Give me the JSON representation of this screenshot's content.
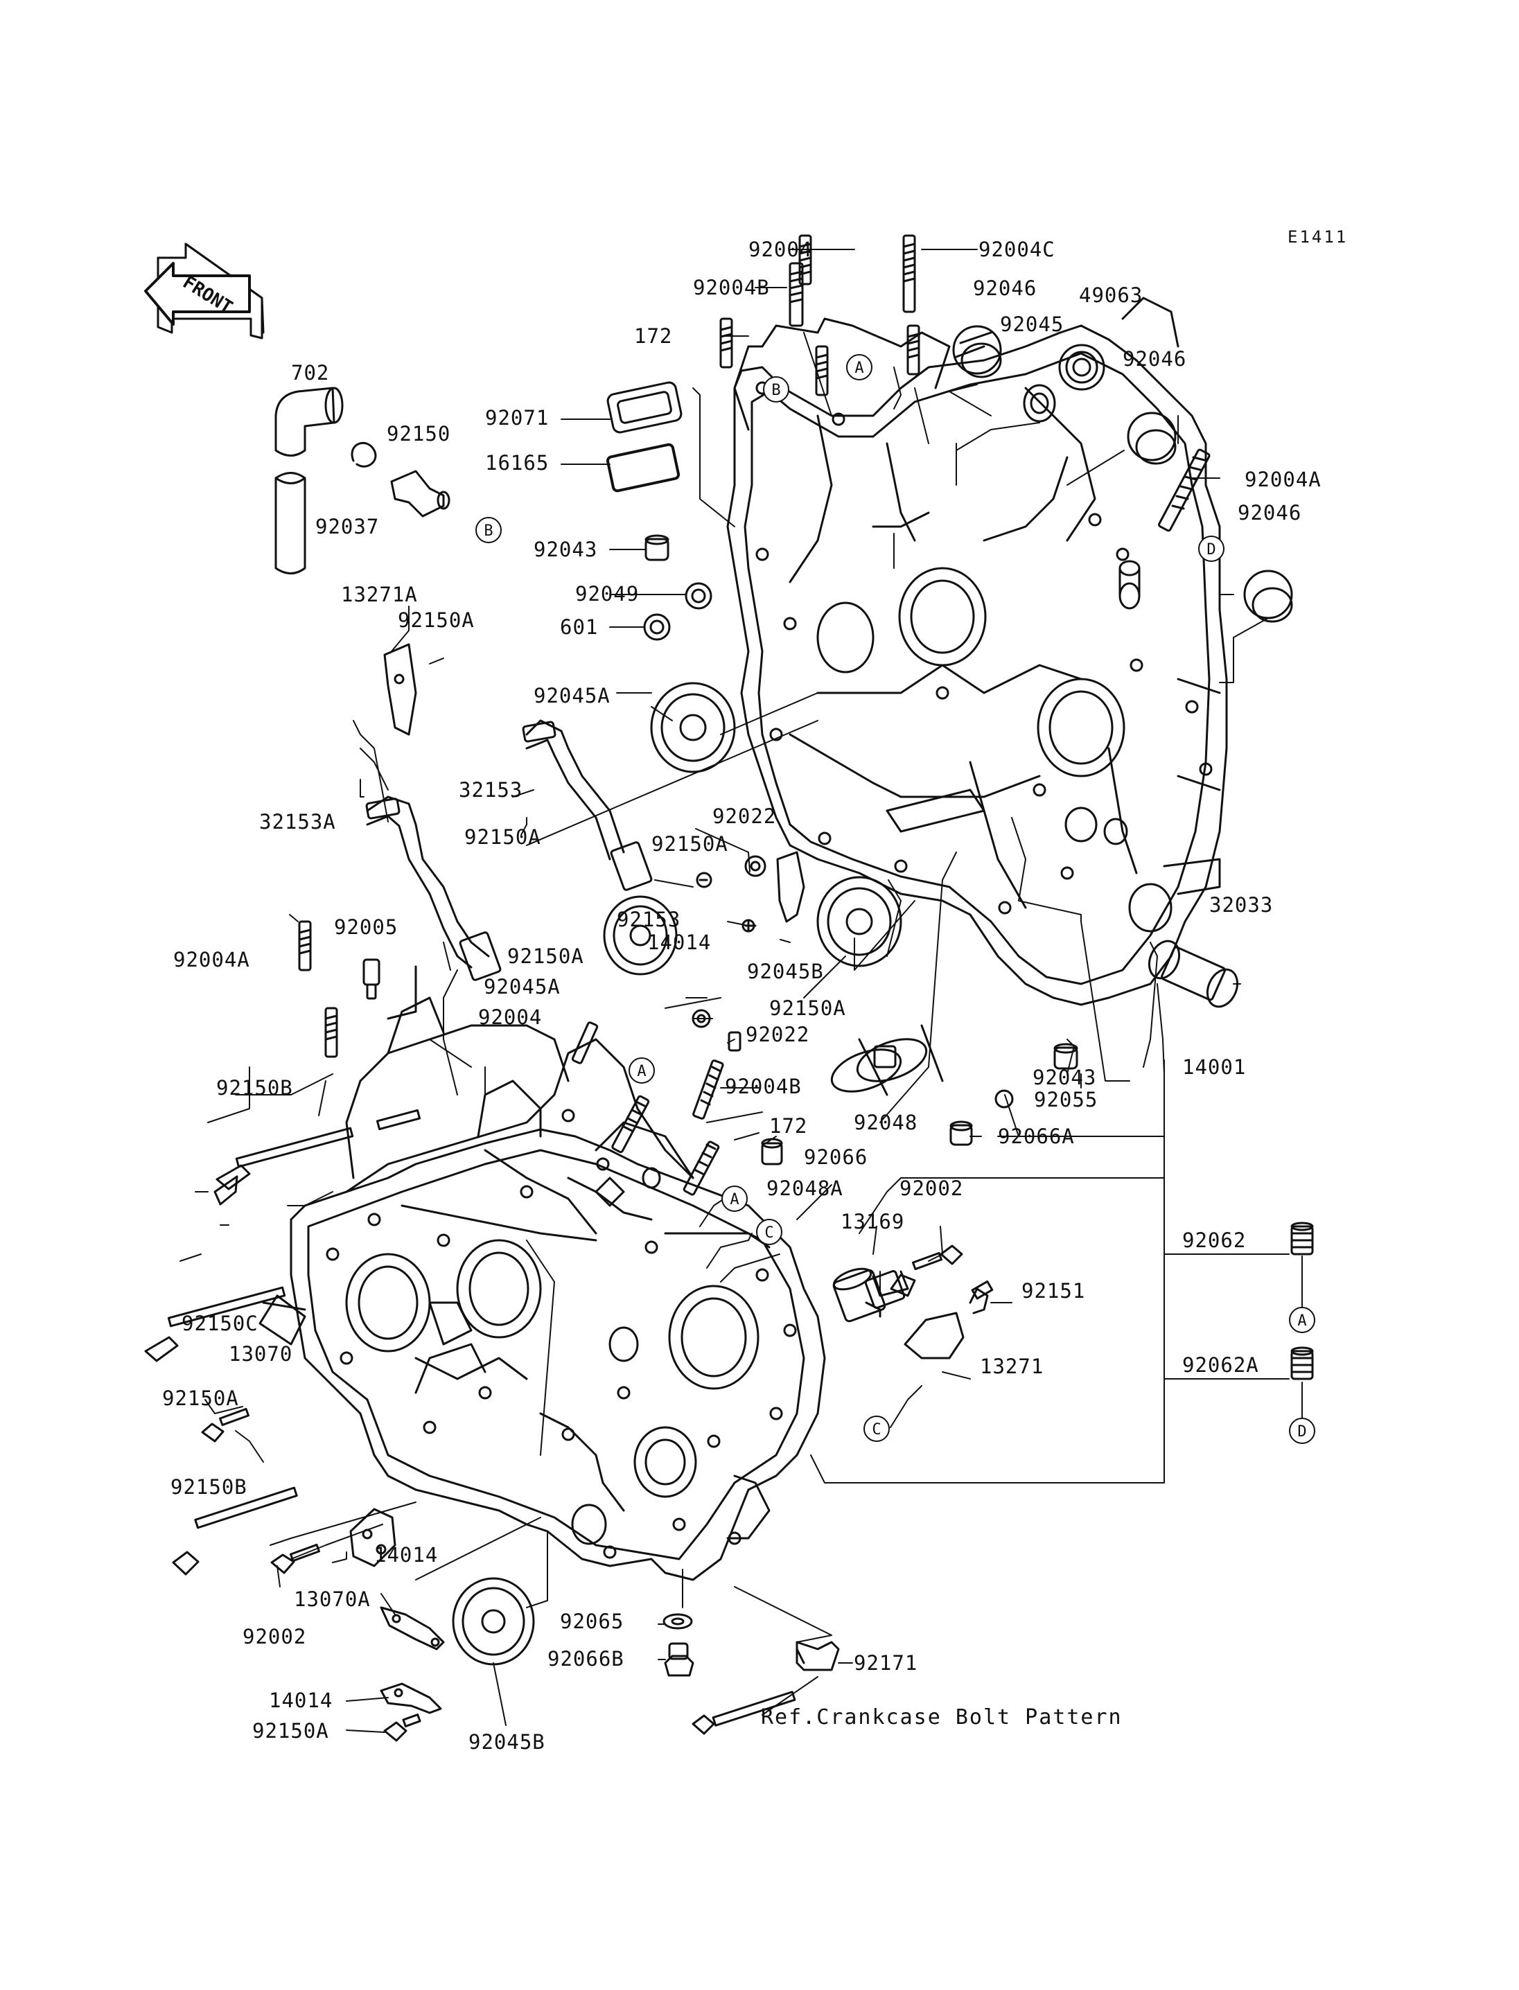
{
  "diagram_code": "E1411",
  "front_label": "FRONT",
  "reference_note": "Ref.Crankcase Bolt Pattern",
  "part_numbers": {
    "p92004_top": "92004",
    "p92004C": "92004C",
    "p92004B_top": "92004B",
    "p172_top": "172",
    "p92046_a": "92046",
    "p49063": "49063",
    "p92045": "92045",
    "p92046_b": "92046",
    "p702": "702",
    "p92150": "92150",
    "p92037": "92037",
    "p92071": "92071",
    "p16165": "16165",
    "p92004A_right": "92004A",
    "p92046_c": "92046",
    "p92043_top": "92043",
    "p92049": "92049",
    "p601": "601",
    "p13271A": "13271A",
    "p92150A_a": "92150A",
    "p92045A_top": "92045A",
    "p32153": "32153",
    "p32153A": "32153A",
    "p92022_a": "92022",
    "p92150A_b": "92150A",
    "p92150A_c": "92150A",
    "p92153": "92153",
    "p14014_mid": "14014",
    "p92045B_mid": "92045B",
    "p32033": "32033",
    "p92150A_d": "92150A",
    "p92004A_left": "92004A",
    "p92005": "92005",
    "p92045A_mid": "92045A",
    "p92004_mid": "92004",
    "p92150A_e": "92150A",
    "p92022_b": "92022",
    "p14001": "14001",
    "p92043_right": "92043",
    "p92055": "92055",
    "p92004B_mid": "92004B",
    "p92150B_top": "92150B",
    "p92048": "92048",
    "p92066A": "92066A",
    "p172_mid": "172",
    "p92066": "92066",
    "p92048A": "92048A",
    "p92002_right": "92002",
    "p13169": "13169",
    "p92062": "92062",
    "p92151": "92151",
    "p92150C": "92150C",
    "p13070": "13070",
    "p13271": "13271",
    "p92062A": "92062A",
    "p92150A_f": "92150A",
    "p92150B_bottom": "92150B",
    "p14014_low": "14014",
    "p13070A": "13070A",
    "p92002_left": "92002",
    "p92065": "92065",
    "p92066B": "92066B",
    "p92171": "92171",
    "p14014_bottom": "14014",
    "p92045B_bottom": "92045B",
    "p92150A_bottom": "92150A"
  },
  "callouts": {
    "A1": "A",
    "A2": "A",
    "A3": "A",
    "A4": "A",
    "B1": "B",
    "B2": "B",
    "C1": "C",
    "C2": "C",
    "D1": "D",
    "D2": "D"
  }
}
